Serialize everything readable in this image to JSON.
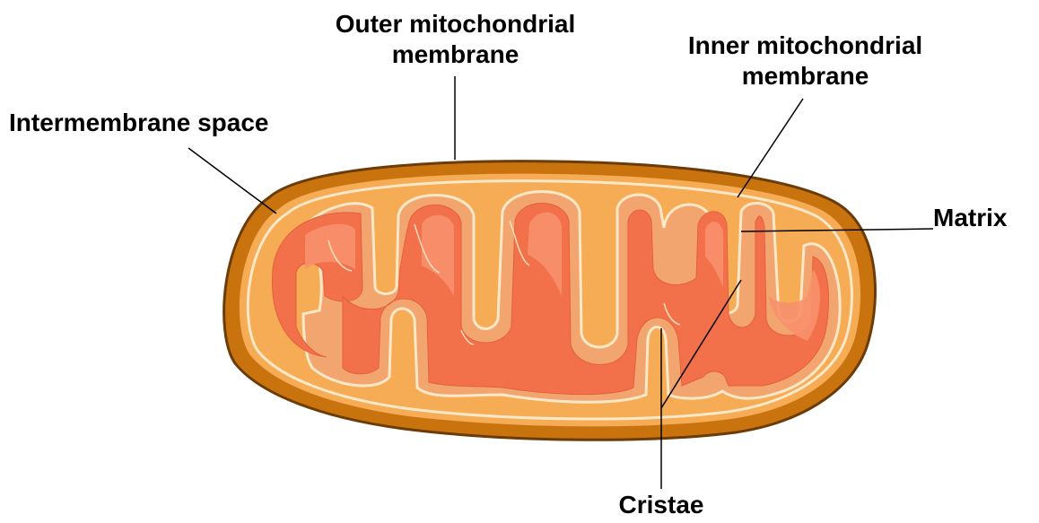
{
  "labels": {
    "outer_membrane": {
      "line1": "Outer mitochondrial",
      "line2": "membrane"
    },
    "inner_membrane": {
      "line1": "Inner mitochondrial",
      "line2": "membrane"
    },
    "intermembrane_space": "Intermembrane space",
    "matrix": "Matrix",
    "cristae": "Cristae"
  },
  "colors": {
    "outer_membrane": "#c9730f",
    "outer_membrane_stroke": "#6b3c08",
    "intermembrane_space": "#f6ab55",
    "inner_membrane": "#ffe8c8",
    "inner_fold": "#f3a56f",
    "matrix": "#f2714b",
    "matrix_highlight": "#f8916d",
    "leader_line": "#000000"
  }
}
